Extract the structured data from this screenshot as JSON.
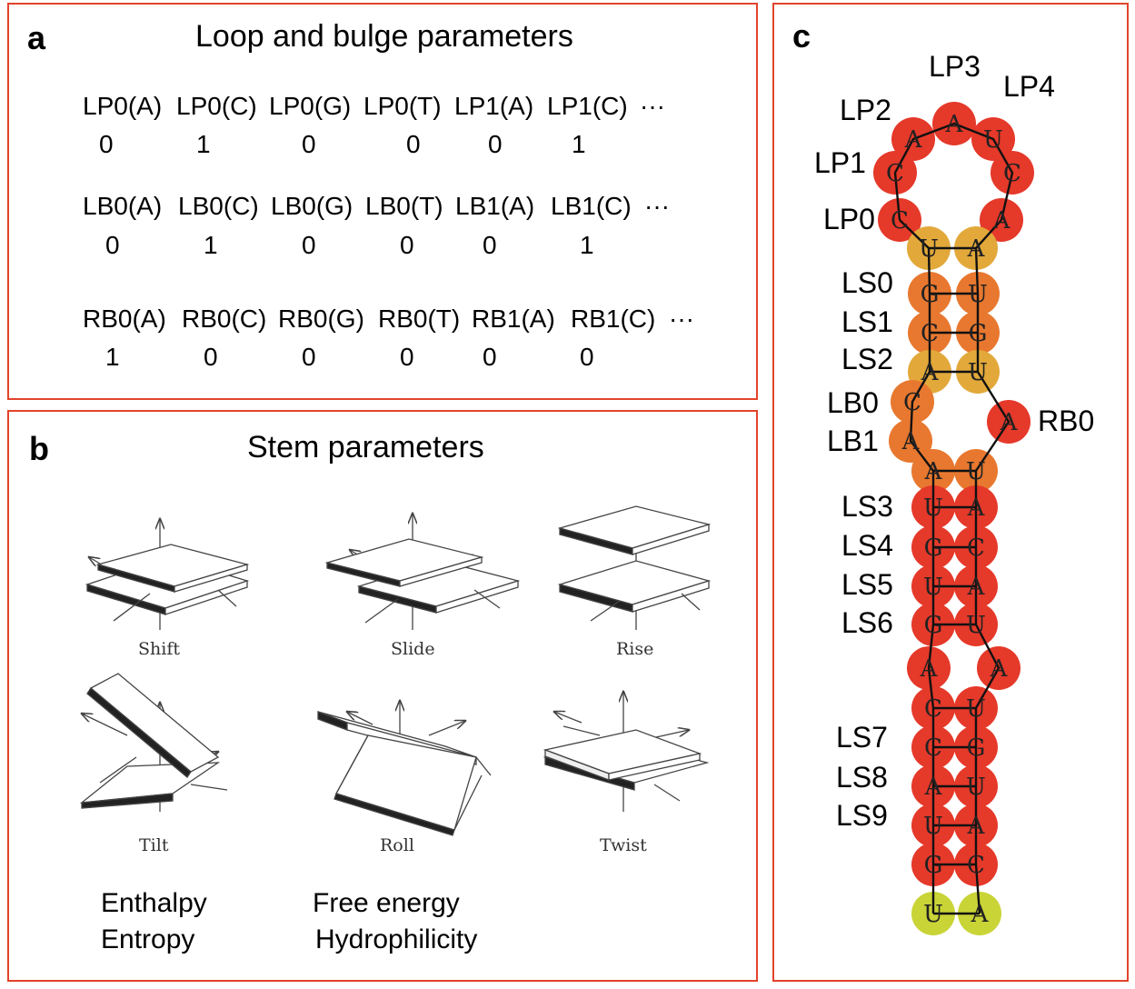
{
  "panel_a": {
    "letter": "a",
    "title": "Loop and bulge parameters",
    "ellipsis": "···",
    "rows": [
      {
        "headers": [
          "LP0(A)",
          "LP0(C)",
          "LP0(G)",
          "LP0(T)",
          "LP1(A)",
          "LP1(C)"
        ],
        "values": [
          "0",
          "1",
          "0",
          "0",
          "0",
          "1"
        ]
      },
      {
        "headers": [
          "LB0(A)",
          "LB0(C)",
          "LB0(G)",
          "LB0(T)",
          "LB1(A)",
          "LB1(C)"
        ],
        "values": [
          "0",
          "1",
          "0",
          "0",
          "0",
          "1"
        ]
      },
      {
        "headers": [
          "RB0(A)",
          "RB0(C)",
          "RB0(G)",
          "RB0(T)",
          "RB1(A)",
          "RB1(C)"
        ],
        "values": [
          "1",
          "0",
          "0",
          "0",
          "0",
          "0"
        ]
      }
    ]
  },
  "panel_b": {
    "letter": "b",
    "title": "Stem parameters",
    "captions": [
      "Shift",
      "Slide",
      "Rise",
      "Tilt",
      "Roll",
      "Twist"
    ],
    "properties": [
      "Enthalpy",
      "Entropy",
      "Free energy",
      "Hydrophilicity"
    ]
  },
  "panel_c": {
    "letter": "c",
    "labels": [
      "LP3",
      "LP4",
      "LP2",
      "LP1",
      "LP0",
      "LS0",
      "LS1",
      "LS2",
      "LB0",
      "LB1",
      "RB0",
      "LS3",
      "LS4",
      "LS5",
      "LS6",
      "LS7",
      "LS8",
      "LS9"
    ],
    "loop": [
      "C",
      "C",
      "A",
      "A",
      "U",
      "C",
      "A"
    ],
    "left_strand": [
      "U",
      "G",
      "C",
      "A",
      "C",
      "A",
      "A",
      "U",
      "G",
      "U",
      "G",
      "A",
      "C",
      "C",
      "A",
      "U",
      "G",
      "U"
    ],
    "right_strand": [
      "A",
      "U",
      "G",
      "U",
      "A",
      "U",
      "A",
      "C",
      "A",
      "U",
      "A",
      "U",
      "G",
      "U",
      "A",
      "C",
      "A"
    ],
    "colors": {
      "red": "#e5392a",
      "orange": "#e8782f",
      "amber": "#e2a93a",
      "yellow": "#c9d437",
      "border": "#e2432b"
    }
  }
}
